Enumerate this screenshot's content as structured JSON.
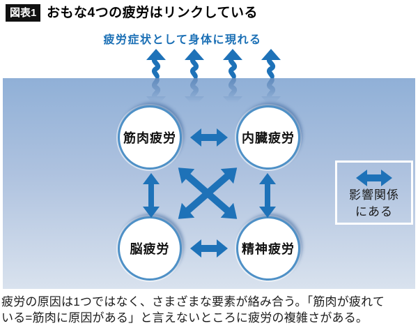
{
  "header": {
    "tag": "図表1",
    "title": "おもな4つの疲労はリンクしている"
  },
  "diagram": {
    "top_caption": "疲労症状として身体に現れる",
    "nodes": [
      {
        "id": "muscle",
        "label": "筋肉疲労"
      },
      {
        "id": "visceral",
        "label": "内臓疲労"
      },
      {
        "id": "brain",
        "label": "脳疲労"
      },
      {
        "id": "mental",
        "label": "精神疲労"
      }
    ],
    "legend": {
      "line1": "影響関係",
      "line2": "にある"
    }
  },
  "footer": {
    "line1": "疲労の原因は1つではなく、さまざまな要素が絡み合う。「筋肉が疲れて",
    "line2": "いる=筋肉に原因がある」と言えないところに疲労の複雑さがある。"
  },
  "theme": {
    "arrow-blue": "#1e72b8",
    "blue-text": "#1a6fb5",
    "panel-top": "#90b0d7",
    "panel-bottom": "#d9e2ee",
    "circle-border": "#4e90c6",
    "reflect": "#3c6ea8",
    "ink": "#1b1b1b"
  }
}
